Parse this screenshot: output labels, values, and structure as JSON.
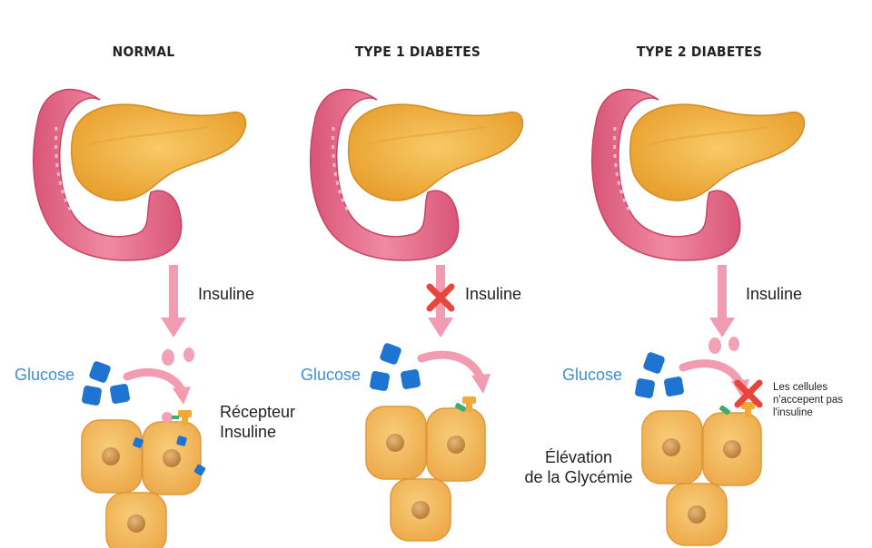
{
  "panels": [
    {
      "title": "NORMAL",
      "insulin_label": "Insuline",
      "glucose_label": "Glucose",
      "note": [
        "Récepteur",
        "Insuline"
      ]
    },
    {
      "title": "TYPE 1 DIABETES",
      "insulin_label": "Insuline",
      "glucose_label": "Glucose",
      "note": [
        "Élévation",
        "de la Glycémie"
      ]
    },
    {
      "title": "TYPE 2 DIABETES",
      "insulin_label": "Insuline",
      "glucose_label": "Glucose",
      "note": [
        "Les cellules",
        "n'accepent pas",
        "l'insuline"
      ]
    }
  ],
  "colors": {
    "pancreas": "#f2b544",
    "duodenum": "#e9708e",
    "arrow": "#f19cb0",
    "glucose": "#1f73d1",
    "cell": "#f6bd60",
    "nucleus": "#d9a05a",
    "receptor": "#f2a93b",
    "receptor_blocker": "#3cae6a",
    "cross": "#e8453c",
    "insulin": "#f3a1b4"
  }
}
